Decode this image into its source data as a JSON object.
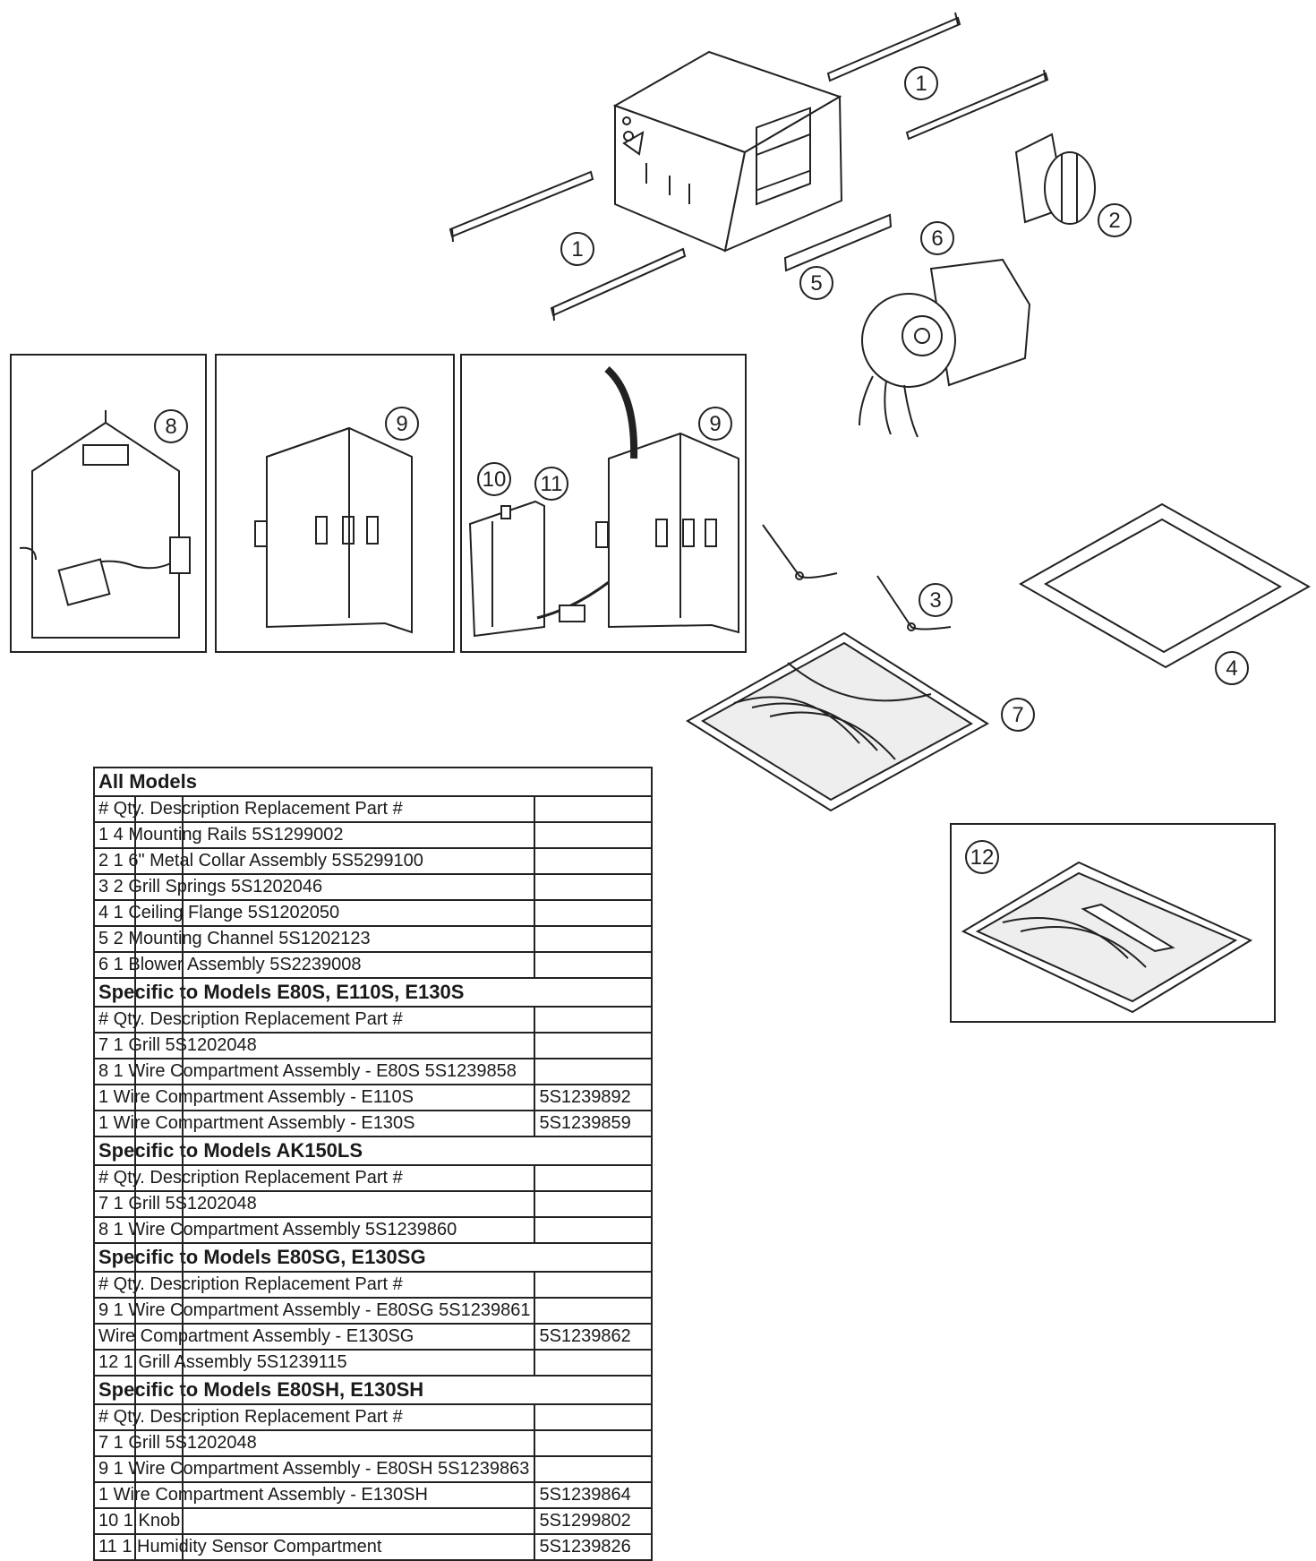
{
  "callouts": [
    "1",
    "1",
    "2",
    "6",
    "5",
    "8",
    "9",
    "9",
    "10",
    "11",
    "3",
    "4",
    "7",
    "12"
  ],
  "table": [
    {
      "type": "section",
      "text": "All Models"
    },
    {
      "type": "row",
      "text": "# Qty. Description Replacement Part #",
      "part": ""
    },
    {
      "type": "row",
      "text": "1 4 Mounting Rails 5S1299002",
      "part": ""
    },
    {
      "type": "row",
      "text": "2 1 6\" Metal Collar Assembly 5S5299100",
      "part": ""
    },
    {
      "type": "row",
      "text": "3 2 Grill Springs 5S1202046",
      "part": ""
    },
    {
      "type": "row",
      "text": "4 1 Ceiling Flange 5S1202050",
      "part": ""
    },
    {
      "type": "row",
      "text": "5 2 Mounting Channel 5S1202123",
      "part": ""
    },
    {
      "type": "row",
      "text": "6 1 Blower Assembly 5S2239008",
      "part": ""
    },
    {
      "type": "section",
      "text": "Specific to Models E80S, E110S, E130S"
    },
    {
      "type": "row",
      "text": "# Qty. Description Replacement Part #",
      "part": ""
    },
    {
      "type": "row",
      "text": "7 1 Grill 5S1202048",
      "part": ""
    },
    {
      "type": "row",
      "text": "8 1 Wire Compartment Assembly - E80S 5S1239858",
      "part": ""
    },
    {
      "type": "row",
      "text": "1 Wire Compartment Assembly - E110S",
      "part": "5S1239892"
    },
    {
      "type": "row",
      "text": "1 Wire Compartment Assembly - E130S",
      "part": "5S1239859"
    },
    {
      "type": "section",
      "text": "Specific to Models AK150LS"
    },
    {
      "type": "row",
      "text": "# Qty. Description Replacement Part #",
      "part": ""
    },
    {
      "type": "row",
      "text": "7 1 Grill 5S1202048",
      "part": ""
    },
    {
      "type": "row",
      "text": "8 1 Wire Compartment Assembly 5S1239860",
      "part": ""
    },
    {
      "type": "section",
      "text": "Specific to Models E80SG, E130SG"
    },
    {
      "type": "row",
      "text": "# Qty. Description Replacement Part #",
      "part": ""
    },
    {
      "type": "row",
      "text": "9 1 Wire Compartment Assembly - E80SG 5S1239861",
      "part": ""
    },
    {
      "type": "row",
      "text": "Wire Compartment Assembly - E130SG",
      "part": "5S1239862"
    },
    {
      "type": "row",
      "text": "12 1 Grill Assembly 5S1239115",
      "part": ""
    },
    {
      "type": "section",
      "text": "Specific to Models E80SH, E130SH"
    },
    {
      "type": "row",
      "text": "# Qty. Description Replacement Part #",
      "part": ""
    },
    {
      "type": "row",
      "text": "7 1 Grill 5S1202048",
      "part": ""
    },
    {
      "type": "row",
      "text": "9 1 Wire Compartment Assembly - E80SH 5S1239863",
      "part": ""
    },
    {
      "type": "row",
      "text": "1 Wire Compartment Assembly - E130SH",
      "part": "5S1239864"
    },
    {
      "type": "row",
      "text": "10 1 Knob",
      "part": "5S1299802"
    },
    {
      "type": "row",
      "text": "11 1 Humidity Sensor Compartment",
      "part": "5S1239826"
    }
  ]
}
